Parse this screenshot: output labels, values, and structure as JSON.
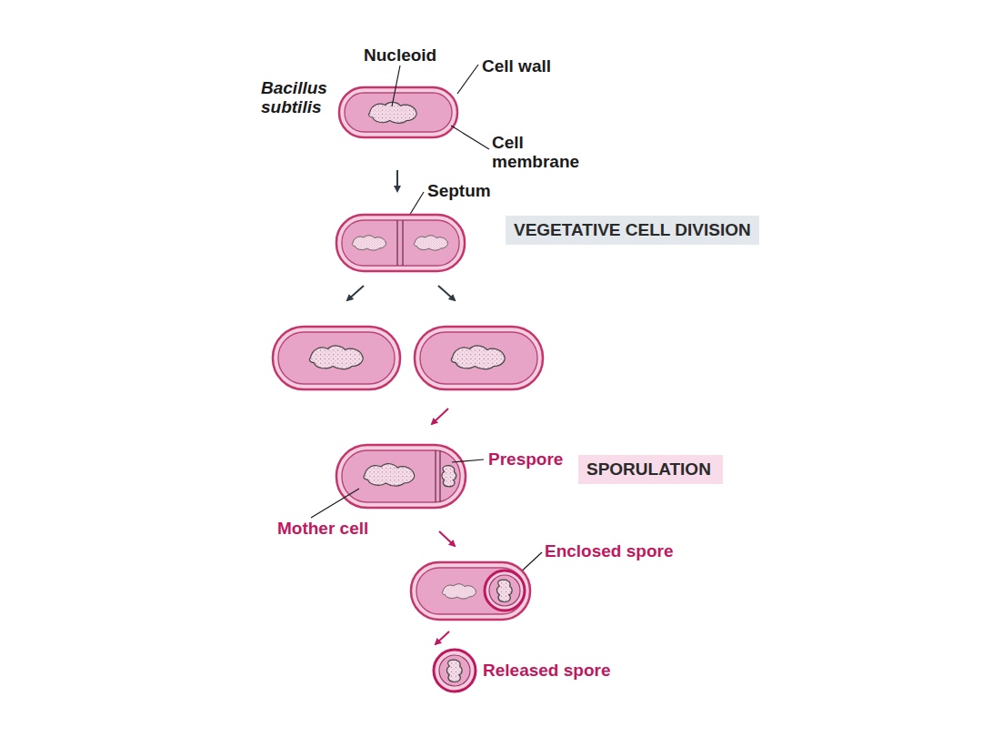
{
  "diagram": {
    "nodes": [
      {
        "text": [
          "VEGETATIVE CELL DIVISION"
        ]
      },
      {
        "text": [
          "SPORULATION"
        ]
      }
    ],
    "labels": [
      "Nucleoid",
      "Cell wall",
      "Bacillus subtilis",
      "Cell membrane",
      "Septum",
      "Prespore",
      "Mother cell",
      "Enclosed spore",
      "Released spore"
    ]
  }
}
